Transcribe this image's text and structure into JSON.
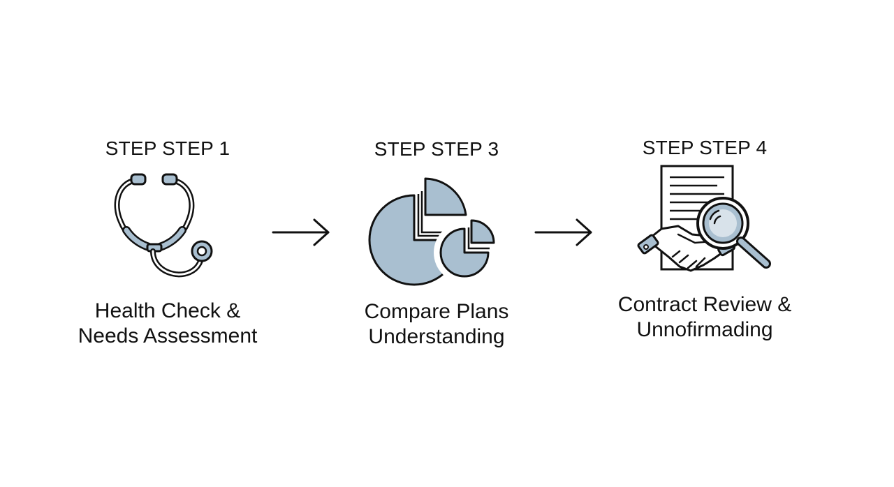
{
  "colors": {
    "stroke": "#111111",
    "fill": "#a9bfd0",
    "background": "#ffffff"
  },
  "steps": [
    {
      "title": "STEP STEP 1",
      "label_line1": "Health Check &",
      "label_line2": "Needs Assessment",
      "icon": "stethoscope-icon"
    },
    {
      "title": "STEP STEP 3",
      "label_line1": "Compare Plans",
      "label_line2": "Understanding",
      "icon": "pie-chart-icon"
    },
    {
      "title": "STEP STEP 4",
      "label_line1": "Contract Review &",
      "label_line2": "Unnofirmading",
      "icon": "contract-handshake-magnifier-icon"
    }
  ],
  "connectors": [
    {
      "icon": "arrow-right-icon"
    },
    {
      "icon": "arrow-right-icon"
    }
  ]
}
